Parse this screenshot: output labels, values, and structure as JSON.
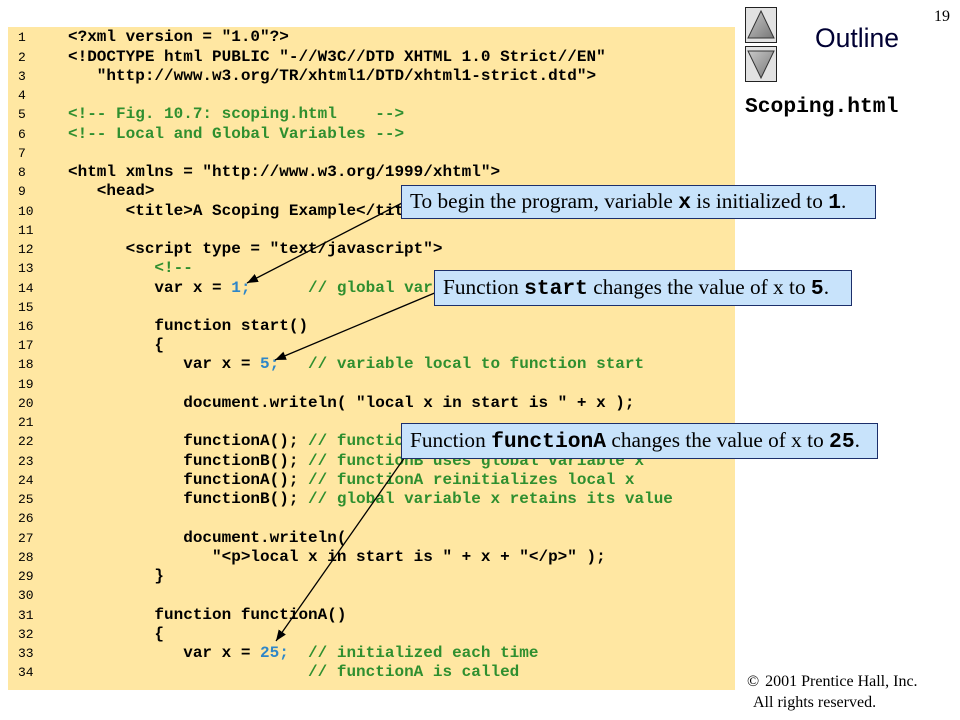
{
  "slide": {
    "page_number": "19",
    "outline_title": "Outline",
    "file_name": "Scoping.html"
  },
  "nav": {
    "up_icon": "triangle-up-icon",
    "down_icon": "triangle-down-icon"
  },
  "colors": {
    "code_background": "#FFE7A2",
    "callout_background": "#C8E3FB",
    "callout_border": "#1C2F6B",
    "comment": "#2F8F2F",
    "literal": "#2E86C8",
    "outline_title": "#000033"
  },
  "code": {
    "lines": [
      {
        "n": "1",
        "segs": [
          {
            "t": "<?xml version = \"1.0\"?>"
          }
        ]
      },
      {
        "n": "2",
        "segs": [
          {
            "t": "<!DOCTYPE html PUBLIC \"-//W3C//DTD XHTML 1.0 Strict//EN\""
          }
        ]
      },
      {
        "n": "3",
        "segs": [
          {
            "t": "   \"http://www.w3.org/TR/xhtml1/DTD/xhtml1-strict.dtd\">"
          }
        ]
      },
      {
        "n": "4",
        "segs": []
      },
      {
        "n": "5",
        "segs": [
          {
            "t": "<!-- Fig. 10.7: scoping.html    -->",
            "c": "#2F8F2F"
          }
        ]
      },
      {
        "n": "6",
        "segs": [
          {
            "t": "<!-- Local and Global Variables -->",
            "c": "#2F8F2F"
          }
        ]
      },
      {
        "n": "7",
        "segs": []
      },
      {
        "n": "8",
        "segs": [
          {
            "t": "<html xmlns = \"http://www.w3.org/1999/xhtml\">"
          }
        ]
      },
      {
        "n": "9",
        "segs": [
          {
            "t": "   <head>"
          }
        ]
      },
      {
        "n": "10",
        "segs": [
          {
            "t": "      <title>A Scoping Example</tit"
          }
        ]
      },
      {
        "n": "11",
        "segs": []
      },
      {
        "n": "12",
        "segs": [
          {
            "t": "      <script type = \"text/javascript\">"
          }
        ]
      },
      {
        "n": "13",
        "segs": [
          {
            "t": "         "
          },
          {
            "t": "<!--",
            "c": "#2F8F2F"
          }
        ]
      },
      {
        "n": "14",
        "segs": [
          {
            "t": "         var x = "
          },
          {
            "t": "1;",
            "c": "#2E86C8"
          },
          {
            "t": "      // global var",
            "c": "#2F8F2F"
          }
        ]
      },
      {
        "n": "15",
        "segs": []
      },
      {
        "n": "16",
        "segs": [
          {
            "t": "         function start()"
          }
        ]
      },
      {
        "n": "17",
        "segs": [
          {
            "t": "         {"
          }
        ]
      },
      {
        "n": "18",
        "segs": [
          {
            "t": "            var x = "
          },
          {
            "t": "5;",
            "c": "#2E86C8"
          },
          {
            "t": "   // variable local to function start",
            "c": "#2F8F2F"
          }
        ]
      },
      {
        "n": "19",
        "segs": []
      },
      {
        "n": "20",
        "segs": [
          {
            "t": "            document.writeln( \"local x in start is \" + x );"
          }
        ]
      },
      {
        "n": "21",
        "segs": []
      },
      {
        "n": "22",
        "segs": [
          {
            "t": "            functionA(); "
          },
          {
            "t": "// functio",
            "c": "#2F8F2F"
          }
        ]
      },
      {
        "n": "23",
        "segs": [
          {
            "t": "            functionB(); "
          },
          {
            "t": "// functionB uses global variable x",
            "c": "#2F8F2F"
          }
        ]
      },
      {
        "n": "24",
        "segs": [
          {
            "t": "            functionA(); "
          },
          {
            "t": "// functionA reinitializes local x",
            "c": "#2F8F2F"
          }
        ]
      },
      {
        "n": "25",
        "segs": [
          {
            "t": "            functionB(); "
          },
          {
            "t": "// global variable x retains its value",
            "c": "#2F8F2F"
          }
        ]
      },
      {
        "n": "26",
        "segs": []
      },
      {
        "n": "27",
        "segs": [
          {
            "t": "            document.writeln("
          }
        ]
      },
      {
        "n": "28",
        "segs": [
          {
            "t": "               \"<p>local x in start is \" + x + \"</p>\" );"
          }
        ]
      },
      {
        "n": "29",
        "segs": [
          {
            "t": "         }"
          }
        ]
      },
      {
        "n": "30",
        "segs": []
      },
      {
        "n": "31",
        "segs": [
          {
            "t": "         function functionA()"
          }
        ]
      },
      {
        "n": "32",
        "segs": [
          {
            "t": "         {"
          }
        ]
      },
      {
        "n": "33",
        "segs": [
          {
            "t": "            var x = "
          },
          {
            "t": "25;",
            "c": "#2E86C8"
          },
          {
            "t": "  // initialized each time",
            "c": "#2F8F2F"
          }
        ]
      },
      {
        "n": "34",
        "segs": [
          {
            "t": "                         "
          },
          {
            "t": "// functionA is called",
            "c": "#2F8F2F"
          }
        ]
      }
    ]
  },
  "callouts": [
    [
      "To begin the program, variable ",
      "x",
      " is initialized to ",
      "1",
      "."
    ],
    [
      "Function ",
      "start",
      " changes the value of x to ",
      "5",
      "."
    ],
    [
      "Function ",
      "functionA",
      " changes the value of x to ",
      "25",
      "."
    ]
  ],
  "footer": {
    "copyright_symbol": "©",
    "copyright": "2001 Prentice Hall, Inc.",
    "rights": "All rights reserved."
  }
}
